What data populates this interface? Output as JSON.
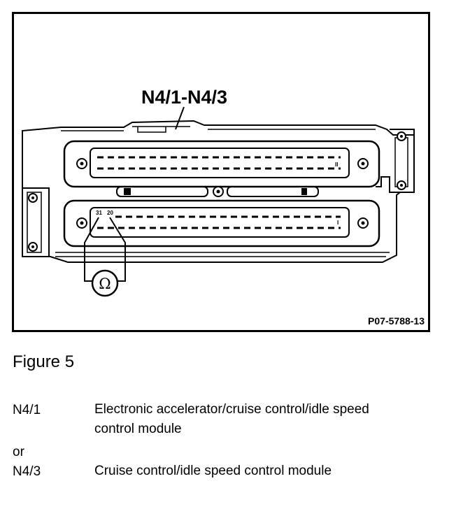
{
  "diagram": {
    "component_label": "N4/1-N4/3",
    "reference_code": "P07-5788-13",
    "ohmmeter_symbol": "Ω",
    "pin_a": "31",
    "pin_b": "20",
    "connector_top_roman": "II",
    "connector_bottom_roman": "I"
  },
  "caption": "Figure 5",
  "legend": {
    "items": [
      {
        "code": "N4/1",
        "description_line1": "Electronic accelerator/cruise control/idle speed",
        "description_line2": "control module"
      },
      {
        "code": "N4/3",
        "description_line1": "Cruise control/idle speed control module"
      }
    ],
    "separator": "or"
  }
}
